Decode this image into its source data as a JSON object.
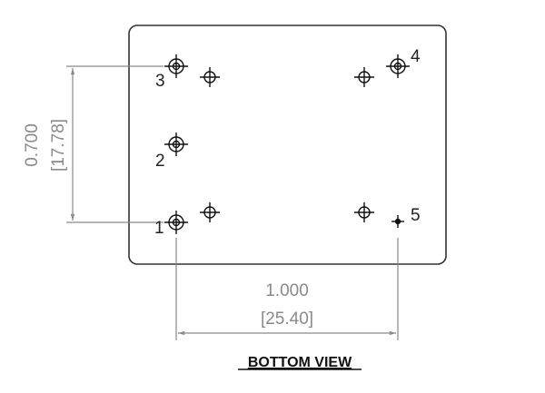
{
  "drawing": {
    "view_title": "BOTTOM VIEW",
    "pins": [
      {
        "label": "1"
      },
      {
        "label": "2"
      },
      {
        "label": "3"
      },
      {
        "label": "4"
      },
      {
        "label": "5"
      }
    ],
    "vertical_dimension": {
      "inches": "0.700",
      "mm": "[17.78]"
    },
    "horizontal_dimension": {
      "inches": "1.000",
      "mm": "[25.40]"
    },
    "colors": {
      "outline": "#333333",
      "dimension": "#8a8a8a"
    }
  }
}
